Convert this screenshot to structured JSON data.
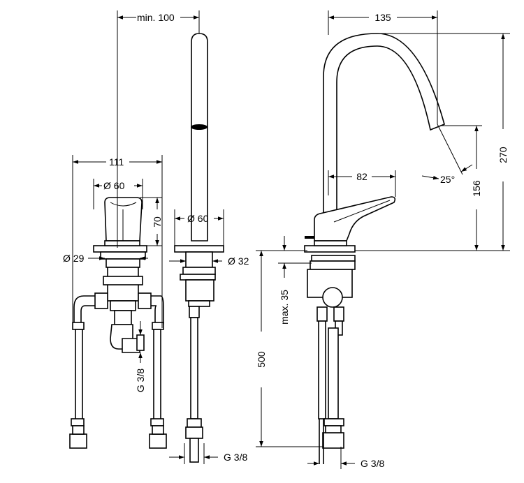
{
  "dimensions": {
    "min_100": "min. 100",
    "d111": "111",
    "d60_top": "Ø 60",
    "d70": "70",
    "d29": "Ø 29",
    "g38_left": "G 3/8",
    "d60_spout": "Ø 60",
    "d32": "Ø 32",
    "g38_mid": "G 3/8",
    "d135": "135",
    "d270": "270",
    "d82": "82",
    "d25": "25°",
    "d156": "156",
    "max35": "max. 35",
    "d500": "500",
    "g38_right": "G 3/8"
  }
}
